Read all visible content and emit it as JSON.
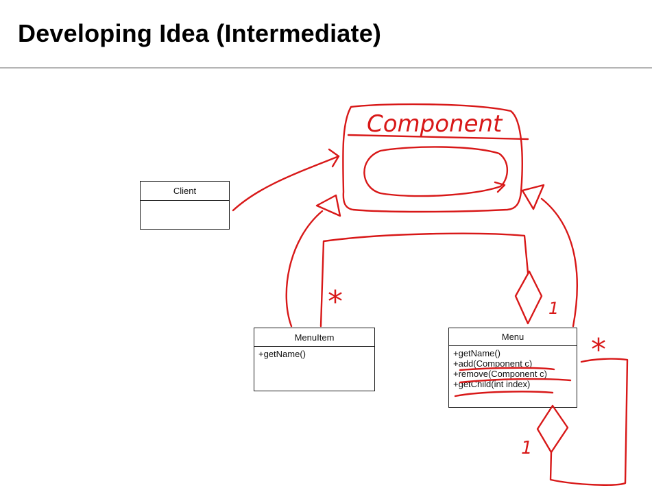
{
  "slide": {
    "title": "Developing Idea (Intermediate)"
  },
  "classes": {
    "client": {
      "name": "Client",
      "operations": []
    },
    "menu_item": {
      "name": "MenuItem",
      "operations": [
        "+getName()"
      ]
    },
    "menu": {
      "name": "Menu",
      "operations": [
        "+getName()",
        "+add(Component c)",
        "+remove(Component c)",
        "+getChild(int index)"
      ]
    }
  },
  "annotations": {
    "component_label": "Component",
    "multiplicity_many_left": "*",
    "multiplicity_many_right": "*",
    "multiplicity_one_top": "1",
    "multiplicity_one_bottom": "1",
    "ink_color": "#d81818"
  }
}
